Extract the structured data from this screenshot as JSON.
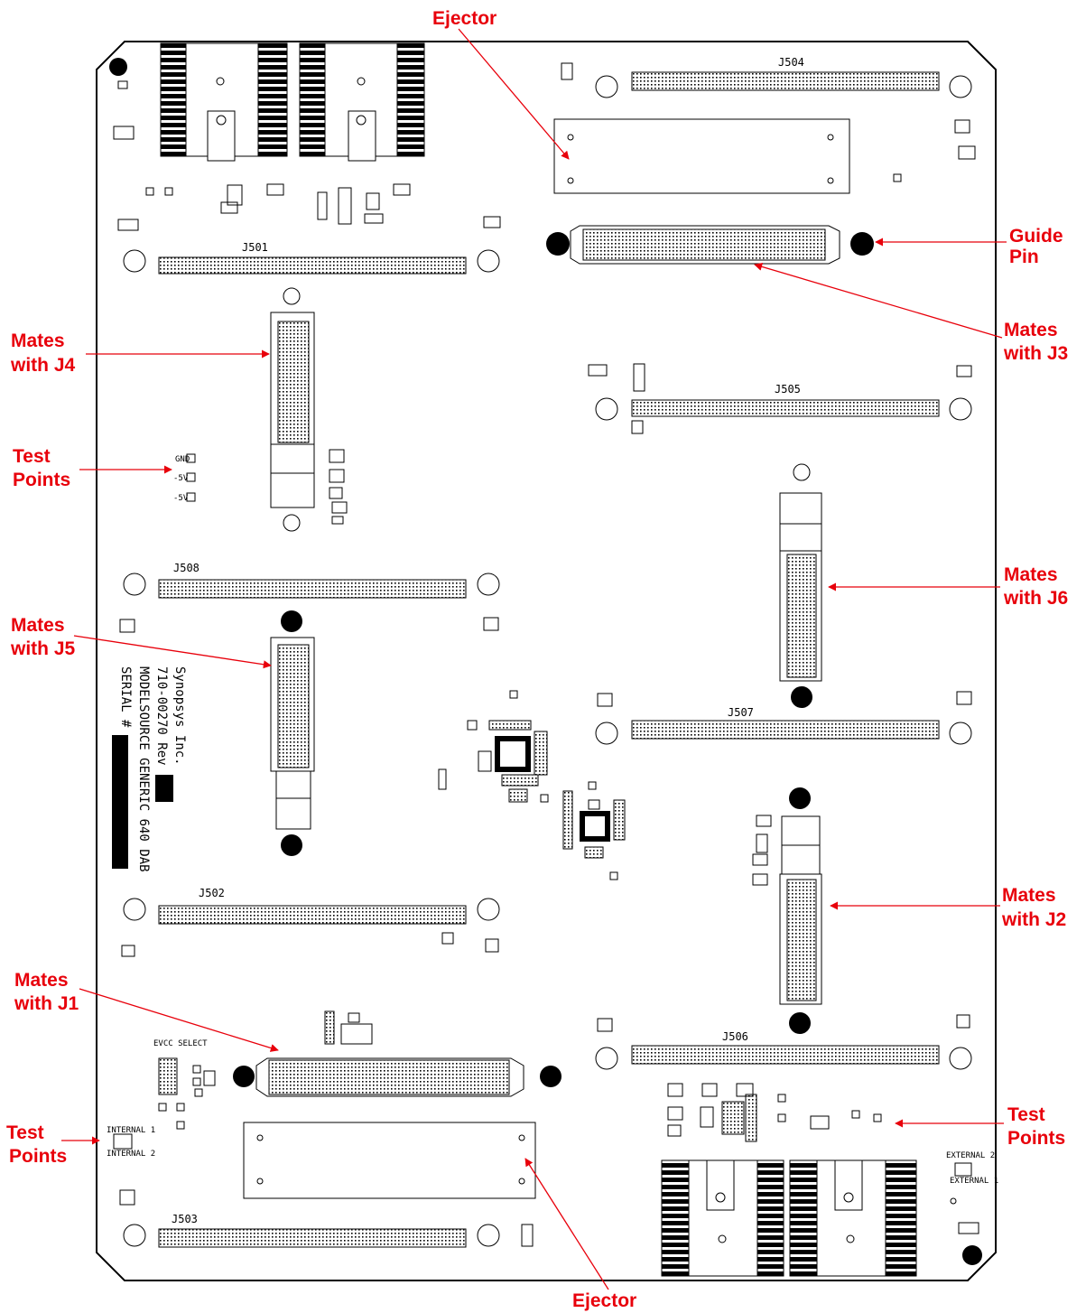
{
  "callouts": {
    "ejector_top": "Ejector",
    "guide_pin_1": "Guide",
    "guide_pin_2": "Pin",
    "mates_j3_1": "Mates",
    "mates_j3_2": "with J3",
    "mates_j4_1": "Mates",
    "mates_j4_2": "with J4",
    "test_points_left_1": "Test",
    "test_points_left_2": "Points",
    "mates_j6_1": "Mates",
    "mates_j6_2": "with J6",
    "mates_j5_1": "Mates",
    "mates_j5_2": "with J5",
    "mates_j2_1": "Mates",
    "mates_j2_2": "with J2",
    "mates_j1_1": "Mates",
    "mates_j1_2": "with J1",
    "test_points_lower_left_1": "Test",
    "test_points_lower_left_2": "Points",
    "test_points_right_1": "Test",
    "test_points_right_2": "Points",
    "ejector_bottom": "Ejector"
  },
  "silkscreen": {
    "j501": "J501",
    "j502": "J502",
    "j503": "J503",
    "j504": "J504",
    "j505": "J505",
    "j506": "J506",
    "j507": "J507",
    "j508": "J508",
    "board_company": "Synopsys Inc.",
    "board_part": "710-00270 Rev",
    "board_name": "MODELSOURCE GENERIC 640 DAB",
    "serial": "SERIAL #",
    "test_gnd": "GND",
    "test_m5v_a": "-5V",
    "test_m5v_b": "-5V",
    "evcc_select": "EVCC SELECT",
    "internal_1": "INTERNAL 1",
    "internal_2": "INTERNAL 2",
    "external_1": "EXTERNAL 1",
    "external_2": "EXTERNAL 2"
  },
  "colors": {
    "callout": "#e8000b",
    "ink": "#000000",
    "board": "#ffffff"
  }
}
